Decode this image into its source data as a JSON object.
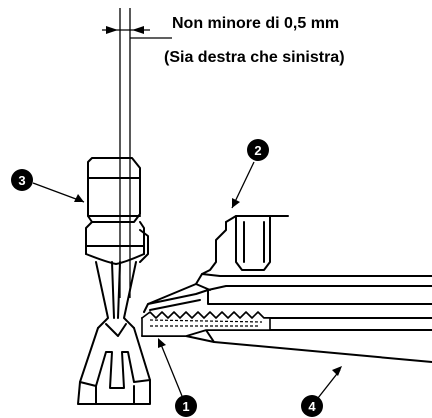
{
  "annotation": {
    "clearance": "Non minore di 0,5 mm",
    "sides": "(Sia destra che sinistra)"
  },
  "callouts": {
    "c1": "1",
    "c2": "2",
    "c3": "3",
    "c4": "4"
  }
}
